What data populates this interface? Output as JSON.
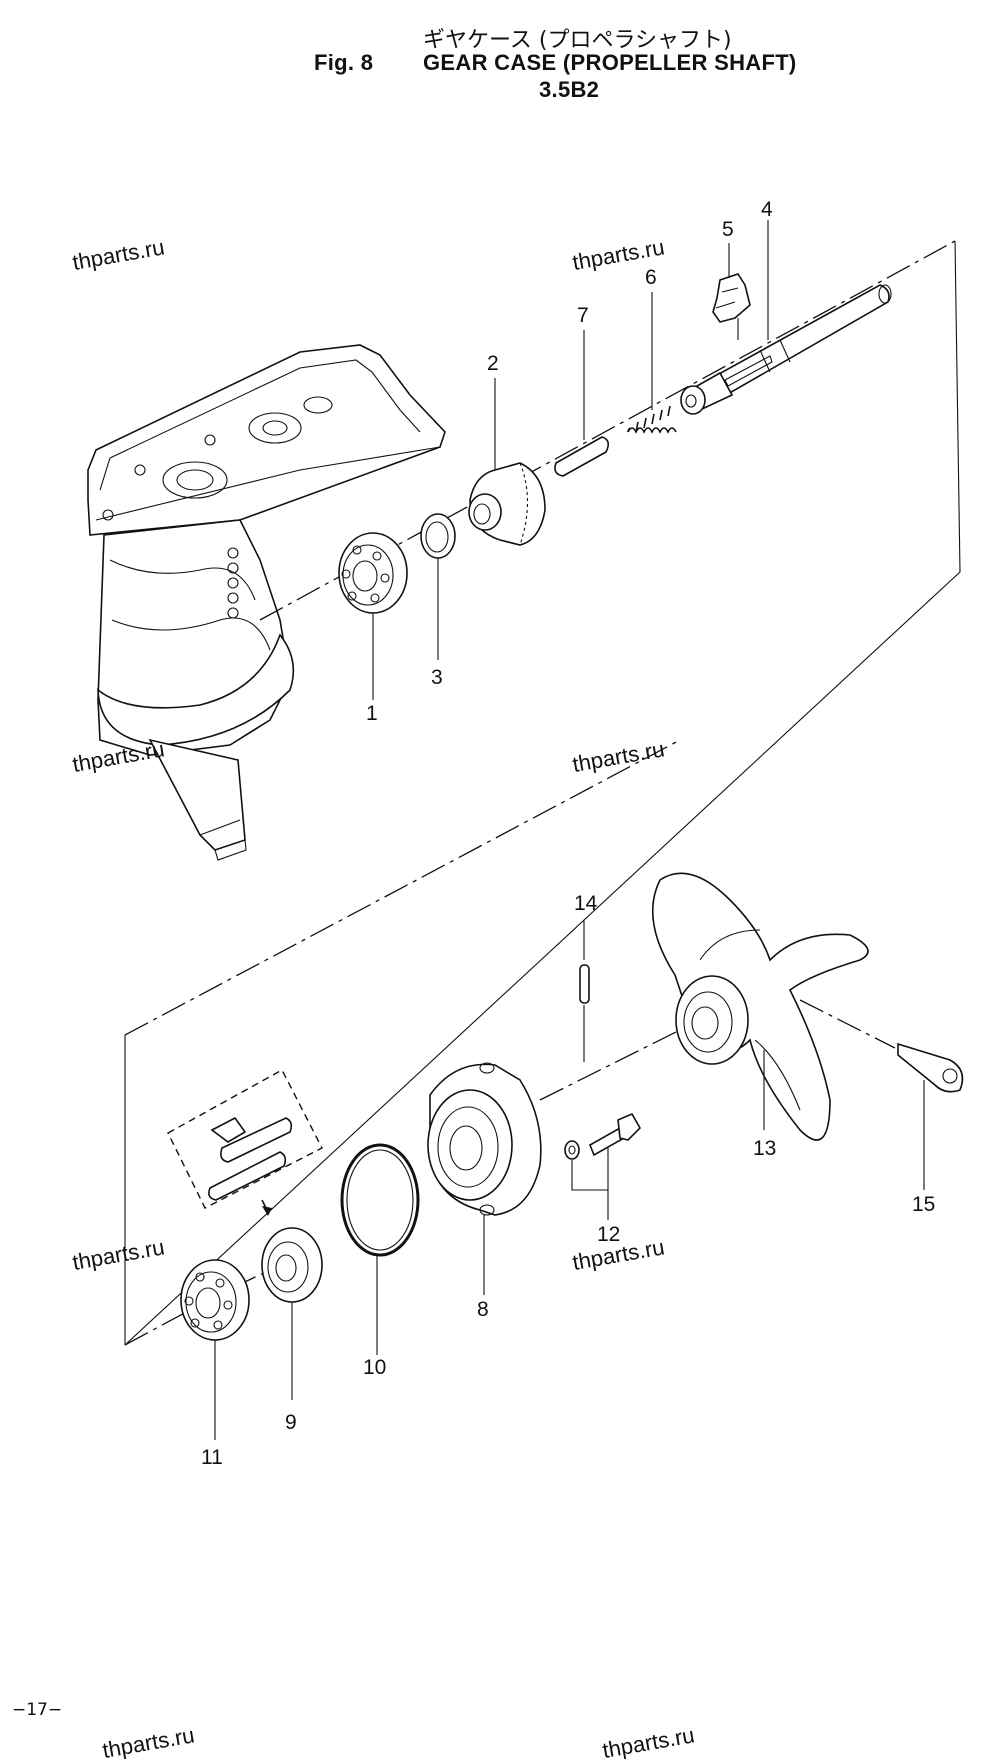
{
  "header": {
    "title_jp": "ギヤケース (プロペラシャフト)",
    "fig_label": "Fig. 8",
    "title_en": "GEAR CASE (PROPELLER SHAFT)",
    "model": "3.5B2"
  },
  "watermark": "thparts.ru",
  "page_number": "−17−",
  "callouts": [
    "1",
    "2",
    "3",
    "4",
    "5",
    "6",
    "7",
    "8",
    "9",
    "10",
    "11",
    "12",
    "13",
    "14",
    "15"
  ]
}
